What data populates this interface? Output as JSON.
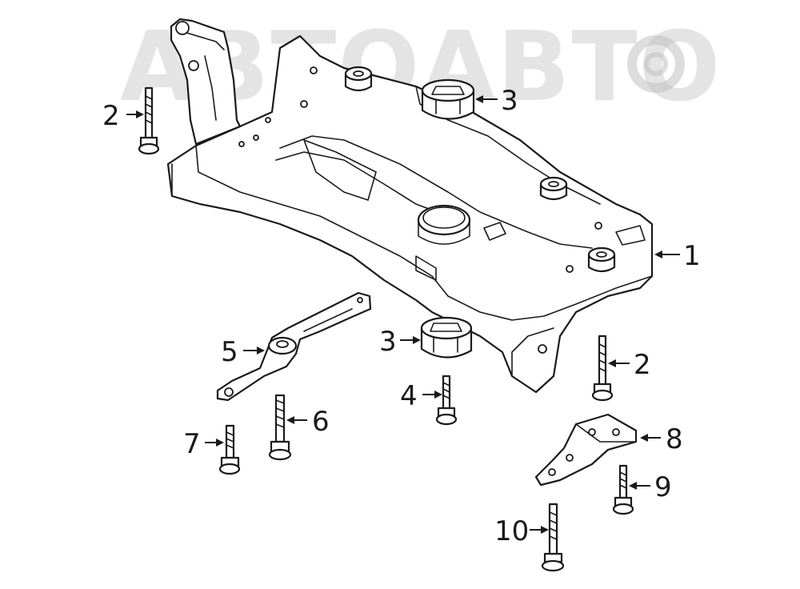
{
  "watermark": {
    "text": "АВТОАВТО",
    "color": "#cfcfcf"
  },
  "callouts": {
    "c1": "1",
    "c2a": "2",
    "c2b": "2",
    "c3a": "3",
    "c3b": "3",
    "c4": "4",
    "c5": "5",
    "c6": "6",
    "c7": "7",
    "c8": "8",
    "c9": "9",
    "c10": "10"
  },
  "colors": {
    "line": "#1a1a1a",
    "background": "#ffffff"
  }
}
